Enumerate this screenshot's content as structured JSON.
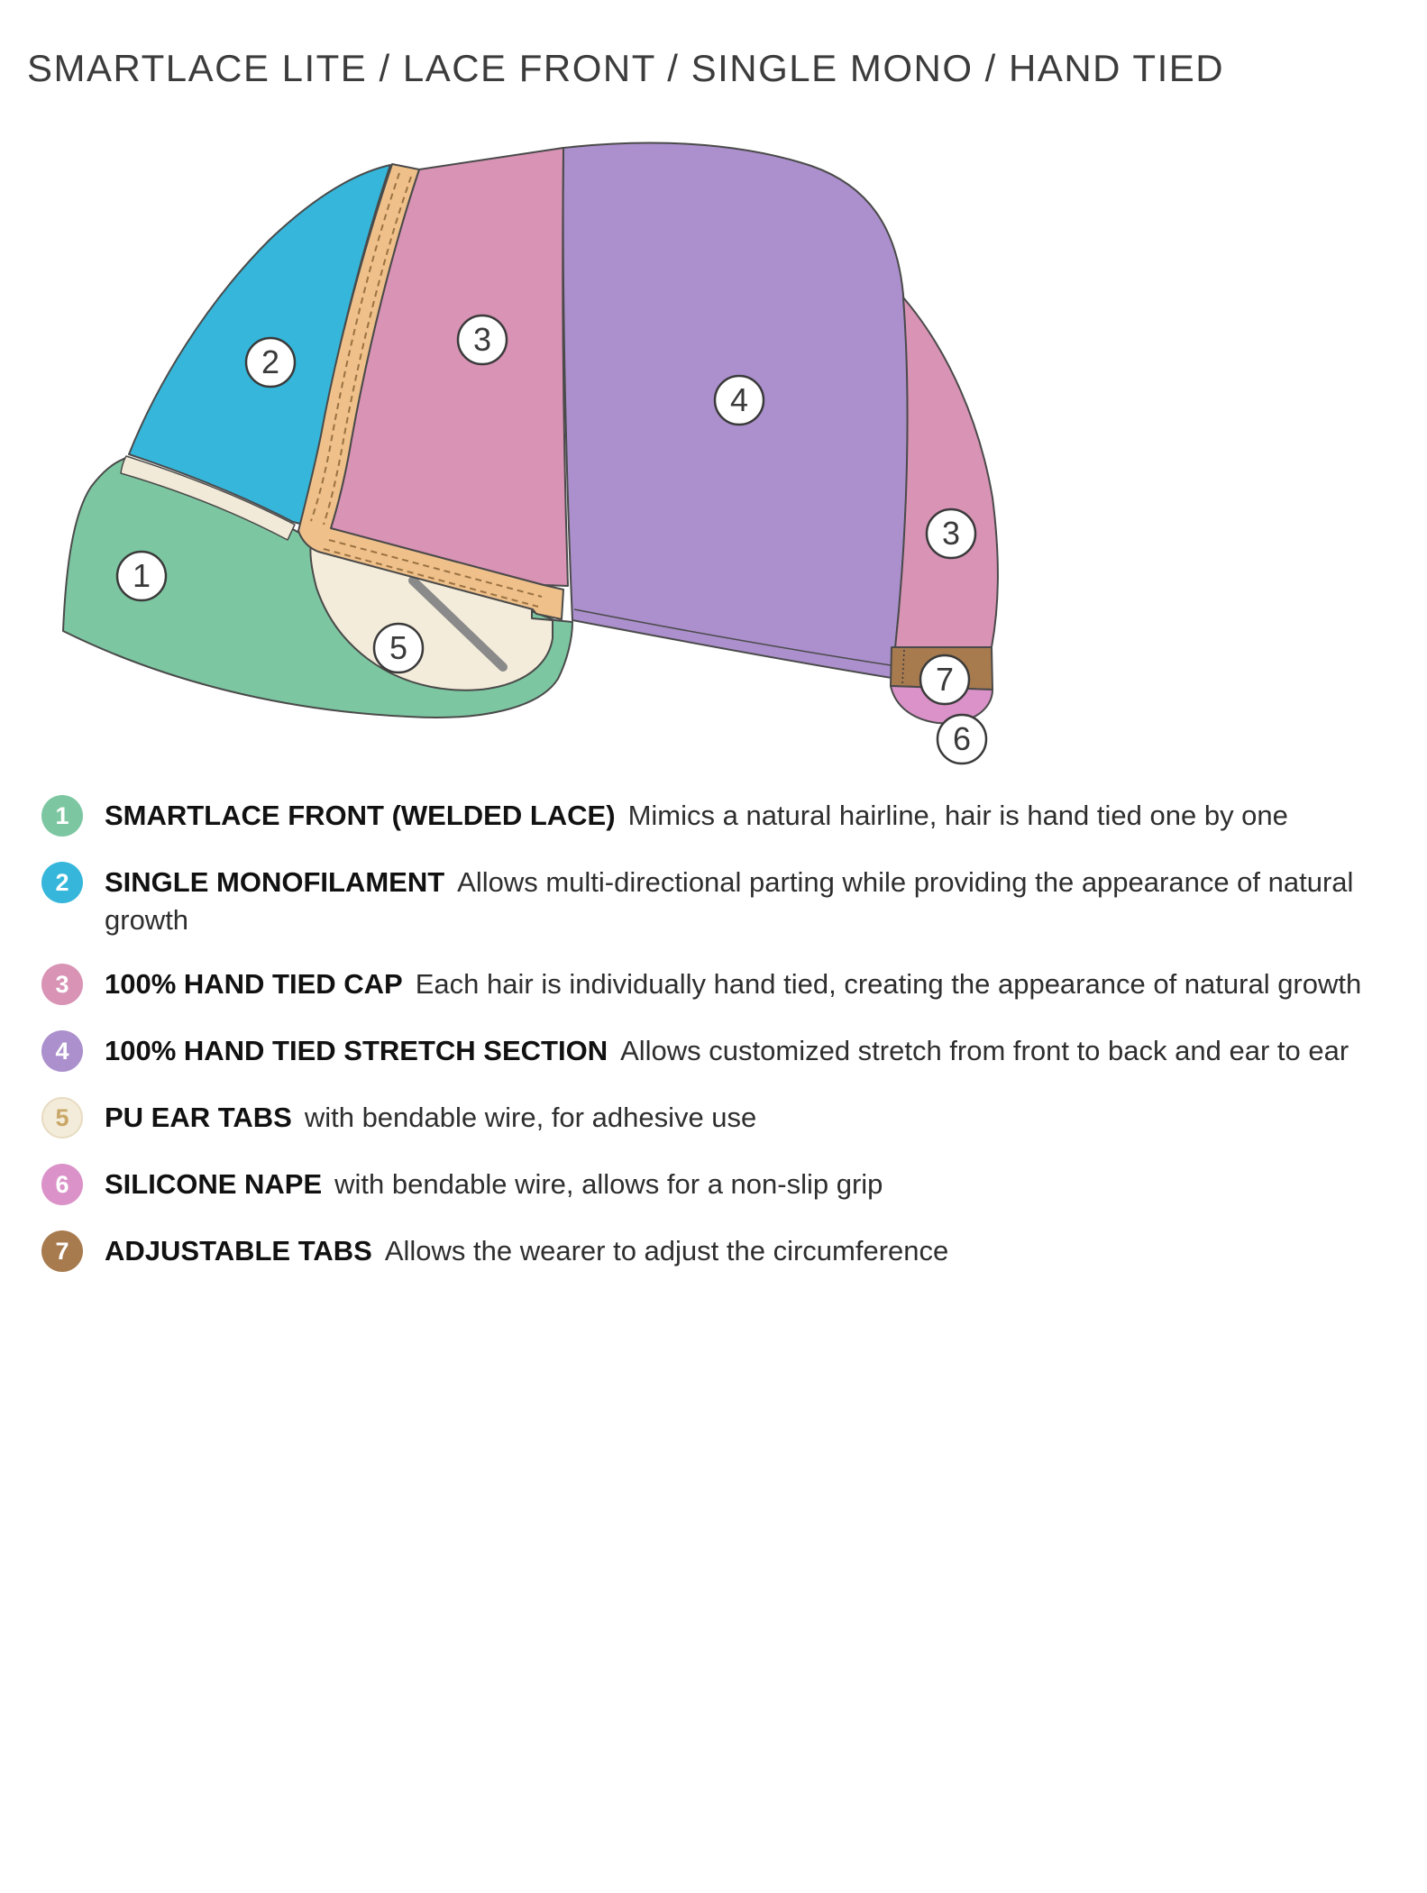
{
  "title": "SMARTLACE LITE / LACE FRONT / SINGLE MONO / HAND TIED",
  "colors": {
    "section1_green": "#7cc7a1",
    "section2_cyan": "#35b6da",
    "section3_pink": "#d893b5",
    "section4_purple": "#ab90cd",
    "section5_cream": "#f4ecda",
    "section6_orchid": "#da92c8",
    "section7_brown": "#a87b4f",
    "band_tan": "#efc089",
    "stitch_brown": "#9a7242",
    "wire_gray": "#8a8a8a",
    "sliver_cream": "#f2ead8",
    "outline": "#4a4a4a",
    "callout_fill": "#ffffff"
  },
  "diagram": {
    "callouts": {
      "c1": "1",
      "c2": "2",
      "c3a": "3",
      "c3b": "3",
      "c4": "4",
      "c5": "5",
      "c6": "6",
      "c7": "7"
    }
  },
  "legend": [
    {
      "num": "1",
      "label": "SMARTLACE FRONT (WELDED LACE)",
      "desc": "Mimics a natural hairline, hair is hand tied one by one"
    },
    {
      "num": "2",
      "label": "SINGLE MONOFILAMENT",
      "desc": "Allows multi-directional parting while providing the appearance of natural growth"
    },
    {
      "num": "3",
      "label": "100% HAND TIED CAP",
      "desc": "Each hair is individually hand tied, creating the appearance of natural growth"
    },
    {
      "num": "4",
      "label": "100% HAND TIED STRETCH SECTION",
      "desc": "Allows customized stretch from front to back and ear to ear"
    },
    {
      "num": "5",
      "label": "PU EAR TABS",
      "desc": "with bendable wire, for adhesive use"
    },
    {
      "num": "6",
      "label": "SILICONE NAPE",
      "desc": "with bendable wire, allows for a non-slip grip"
    },
    {
      "num": "7",
      "label": "ADJUSTABLE TABS",
      "desc": "Allows the wearer to adjust the circumference"
    }
  ]
}
